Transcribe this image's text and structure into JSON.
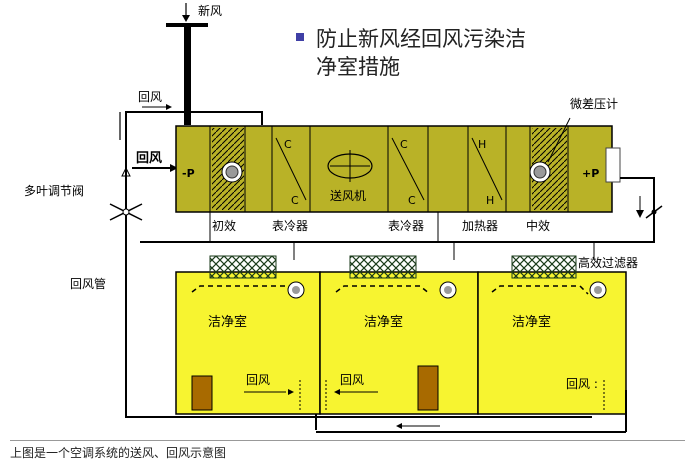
{
  "title": {
    "line1": "防止新风经回风污染洁",
    "line2": "净室措施"
  },
  "colors": {
    "ahu_fill": "#b9b227",
    "room_fill": "#f7f430",
    "title_bullet": "#3f3fa6",
    "line": "#000000"
  },
  "labels": {
    "fresh_air": "新风",
    "return_air_top": "回风",
    "return_air_left": "回风",
    "damper": "多叶调节阀",
    "return_duct": "回风管",
    "diff_pressure": "微差压计",
    "hepa": "高效过滤器"
  },
  "ahu": {
    "neg_pressure": "-P",
    "pos_pressure": "+P",
    "fan": "送风机",
    "coil_letter": "C",
    "heater_letter": "H",
    "sections": [
      "初效",
      "表冷器",
      "表冷器",
      "加热器",
      "中效"
    ]
  },
  "rooms": [
    {
      "name": "洁净室",
      "return": "回风"
    },
    {
      "name": "洁净室",
      "return": "回风"
    },
    {
      "name": "洁净室",
      "return": "回风 :"
    }
  ],
  "caption": "上图是一个空调系统的送风、回风示意图"
}
